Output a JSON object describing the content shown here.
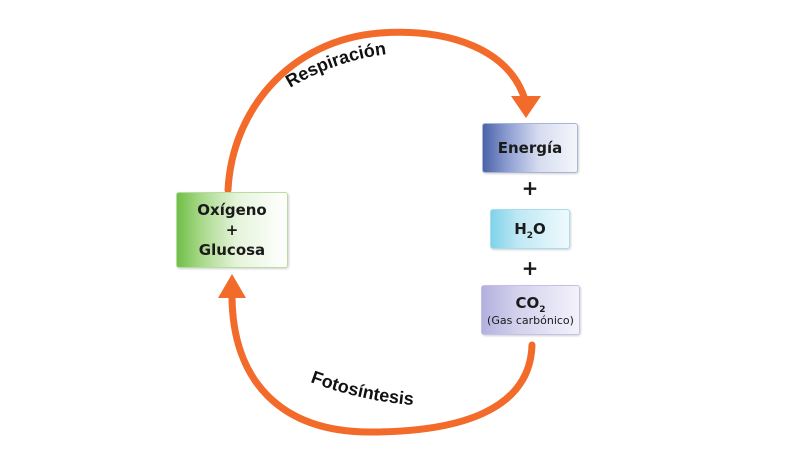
{
  "diagram": {
    "arrow_color": "#f26b2a",
    "arc_labels": {
      "top": "Respiración",
      "bottom": "Fotosíntesis"
    },
    "left_box": {
      "line1": "Oxígeno",
      "line2": "+",
      "line3": "Glucosa"
    },
    "right_stack": {
      "energy": "Energía",
      "plus_1": "+",
      "water": {
        "main": "H",
        "sub": "2",
        "tail": "O"
      },
      "plus_2": "+",
      "co2": {
        "main": "CO",
        "sub": "2",
        "note": "(Gas carbónico)"
      }
    }
  }
}
